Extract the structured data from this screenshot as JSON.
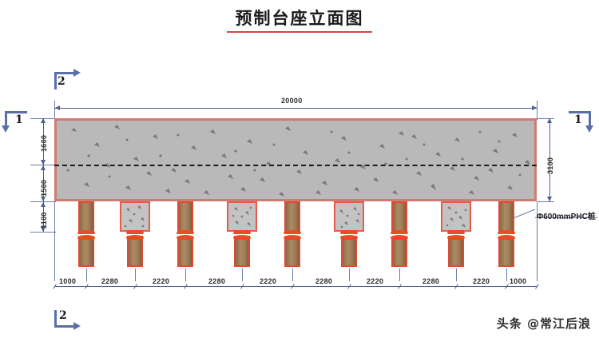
{
  "title": {
    "text": "预制台座立面图"
  },
  "colors": {
    "title_rule": "#d64545",
    "slab_fill": "#b9b9b9",
    "slab_outline": "#cf7a72",
    "pile_fill": "#9d7b55",
    "pile_outline": "#e04a32",
    "joint": "#ef4a28",
    "dimension": "#4a5d8f",
    "section_mark": "#5a6ea8",
    "centerline": "#1c1c1c"
  },
  "dimensions": {
    "overall_top": "20000",
    "vertical_left": [
      "1600",
      "1500",
      "1100"
    ],
    "vertical_right": "3100",
    "bottom_chain": [
      "1000",
      "2280",
      "2220",
      "2280",
      "2220",
      "2280",
      "2220",
      "2280",
      "2220",
      "1000"
    ]
  },
  "section_marks": [
    {
      "label": "1",
      "position": "left"
    },
    {
      "label": "1",
      "position": "right"
    },
    {
      "label": "2",
      "position": "top"
    },
    {
      "label": "2",
      "position": "bottom"
    }
  ],
  "callout": {
    "text": "Φ600mmPHC桩"
  },
  "piles": {
    "count": 9,
    "capped_indices": [
      1,
      3,
      5,
      7
    ]
  },
  "watermark": {
    "text": "头条 @常江后浪"
  }
}
